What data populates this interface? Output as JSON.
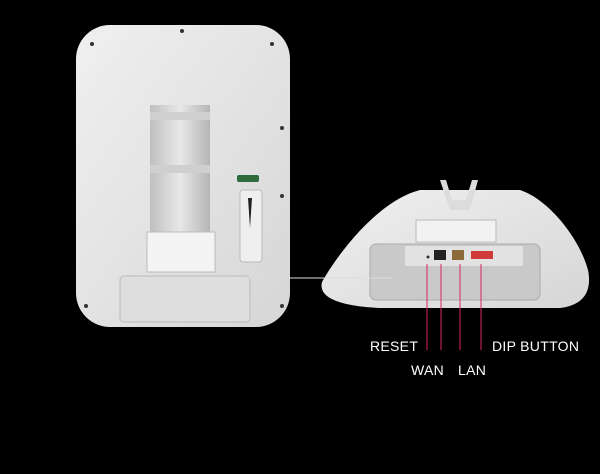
{
  "labels": {
    "reset": "RESET",
    "wan": "WAN",
    "lan": "LAN",
    "dip": "DIP BUTTON"
  },
  "colors": {
    "background": "#000000",
    "device": "#e6e6e6",
    "callout_line": "#e0245e"
  }
}
